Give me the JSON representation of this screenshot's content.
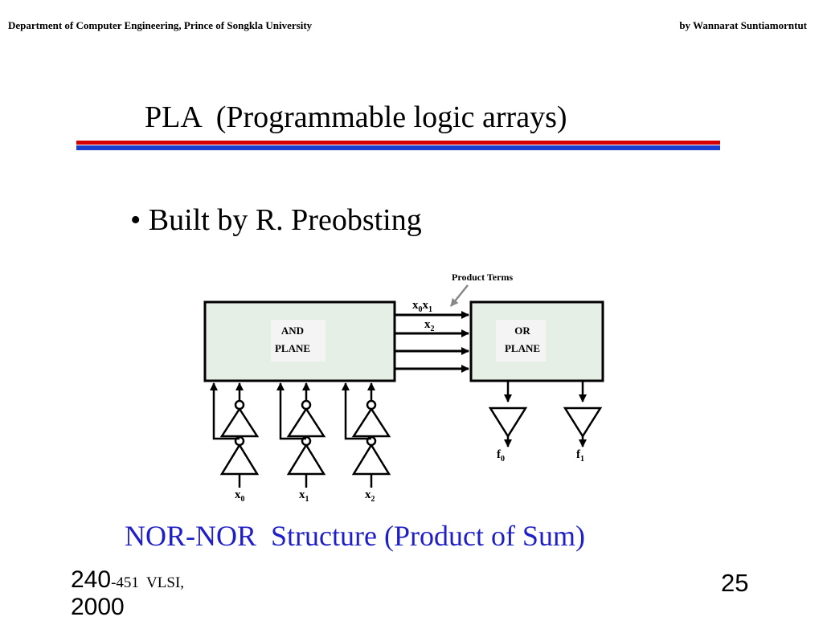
{
  "header": {
    "left": "Department of Computer Engineering, Prince of Songkla University",
    "right": "by Wannarat Suntiamorntut"
  },
  "slide": {
    "title": "PLA  (Programmable logic arrays)",
    "bullet": "• Built by R. Preobsting",
    "caption": "NOR-NOR  Structure (Product of Sum)"
  },
  "diagram": {
    "product_terms_label": "Product Terms",
    "and_plane": [
      "AND",
      "PLANE"
    ],
    "or_plane": [
      "OR",
      "PLANE"
    ],
    "term_x0x1": {
      "a": "x",
      "a_sub": "0",
      "b": "x",
      "b_sub": "1"
    },
    "term_x2": {
      "a": "x",
      "a_sub": "2"
    },
    "inputs": [
      {
        "base": "x",
        "sub": "0"
      },
      {
        "base": "x",
        "sub": "1"
      },
      {
        "base": "x",
        "sub": "2"
      }
    ],
    "outputs": [
      {
        "base": "f",
        "sub": "0"
      },
      {
        "base": "f",
        "sub": "1"
      }
    ],
    "colors": {
      "plane_fill": "#e6efe6",
      "label_box": "#f4f4f4"
    }
  },
  "footer": {
    "course_num": "240",
    "course_rest": "-451  VLSI,",
    "year": "2000",
    "page": "25"
  }
}
